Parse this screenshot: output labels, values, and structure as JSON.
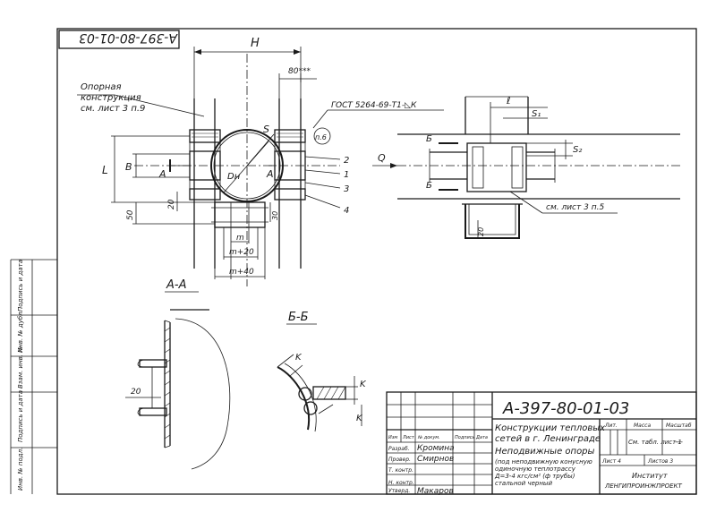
{
  "frame": {
    "stamp_top": "А-397-80-01-03",
    "left_strip": [
      "Инв. № подл.",
      "Подпись и дата",
      "Взам. инв. №",
      "Инв. № дубл.",
      "Подпись и дата"
    ]
  },
  "main_view": {
    "dim_H": "H",
    "dim_80": "80***",
    "support_label": [
      "Опорная",
      "конструкция",
      "см. лист 3 п.9"
    ],
    "gost_label": "ГОСТ 5264-69-Т1-◺К",
    "dim_S": "S",
    "dim_Dn": "Dн",
    "dim_L": "L",
    "dim_B": "B",
    "dim_50": "50",
    "dim_20": "20",
    "dim_30": "30",
    "section_A_left": "A",
    "section_A_right": "A",
    "callout_6": "п.6",
    "items": [
      "2",
      "1",
      "3",
      "4"
    ],
    "dim_m": "m",
    "dim_m20": "m+20",
    "dim_m40": "m+40"
  },
  "side_view": {
    "dim_l": "ℓ",
    "dim_S1": "S₁",
    "dim_S2": "S₂",
    "flow": "Q",
    "section_B_top": "Б",
    "section_B_bottom": "Б",
    "ref_label": "см. лист 3 п.5",
    "dim_20": "20"
  },
  "section_AA": {
    "title": "А-А",
    "dim_20": "20"
  },
  "section_BB": {
    "title": "Б-Б",
    "dim_K1": "K",
    "dim_K2": "K",
    "dim_K3": "K"
  },
  "title_block": {
    "drawing_code": "А-397-80-01-03",
    "description": [
      "Конструкции тепловых",
      "сетей в г. Ленинграде",
      "Неподвижные опоры",
      "(под неподвижную конусную",
      "одиночную теплотрассу",
      "Д=3-4 кгс/см² (ф трубы)",
      "стальной черный"
    ],
    "header_cells": [
      "Изм",
      "Лист",
      "№ докум.",
      "Подпись",
      "Дата"
    ],
    "roles": [
      "Разраб.",
      "Провер.",
      "Т. контр.",
      "",
      "Н. контр.",
      "Утверд."
    ],
    "names": [
      "Кромина",
      "Смирнов",
      "",
      "",
      "",
      "Макаров"
    ],
    "stage_headers": [
      "Лит.",
      "Масса",
      "Масштаб"
    ],
    "stage_cell": "См. табл. лист 1",
    "scale": "—",
    "sheet": "Лист 4",
    "sheets": "Листов 3",
    "org": [
      "Институт",
      "ЛЕНГИПРОИНЖПРОЕКТ"
    ]
  }
}
